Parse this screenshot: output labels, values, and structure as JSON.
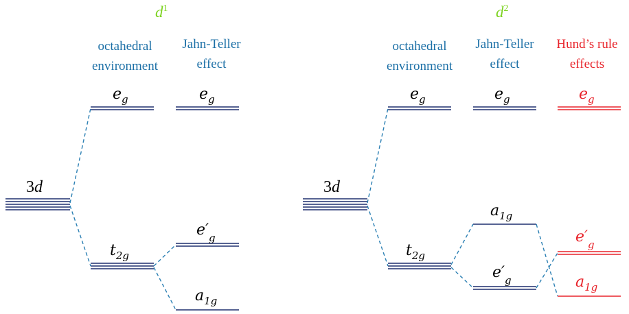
{
  "colors": {
    "level": "#1f2f6e",
    "connector": "#2a7fb3",
    "header": "#1b6fa6",
    "title": "#7dd321",
    "hund": "#e8242b",
    "text": "#000000"
  },
  "left": {
    "title_base": "d",
    "title_sup": "1",
    "headers": {
      "octahedral_1": "octahedral",
      "octahedral_2": "environment",
      "jahn_teller_1": "Jahn-Teller",
      "jahn_teller_2": "effect"
    },
    "labels": {
      "d3_num": "3",
      "d3_letter": "d",
      "eg_base": "e",
      "eg_sub": "g",
      "t2g_base": "t",
      "t2g_sub": "2g",
      "eprime_base": "e′",
      "eprime_sub": "g",
      "a1g_base": "a",
      "a1g_sub": "1g"
    }
  },
  "right": {
    "title_base": "d",
    "title_sup": "2",
    "headers": {
      "octahedral_1": "octahedral",
      "octahedral_2": "environment",
      "jahn_teller_1": "Jahn-Teller",
      "jahn_teller_2": "effect",
      "hund_1": "Hund’s rule",
      "hund_2": "effects"
    },
    "labels": {
      "d3_num": "3",
      "d3_letter": "d",
      "eg_base": "e",
      "eg_sub": "g",
      "t2g_base": "t",
      "t2g_sub": "2g",
      "a1g_base": "a",
      "a1g_sub": "1g",
      "eprime_base": "e′",
      "eprime_sub": "g",
      "hund_eg_base": "e",
      "hund_eg_sub": "g",
      "hund_eprime_base": "e′",
      "hund_eprime_sub": "g",
      "hund_a1g_base": "a",
      "hund_a1g_sub": "1g"
    }
  }
}
